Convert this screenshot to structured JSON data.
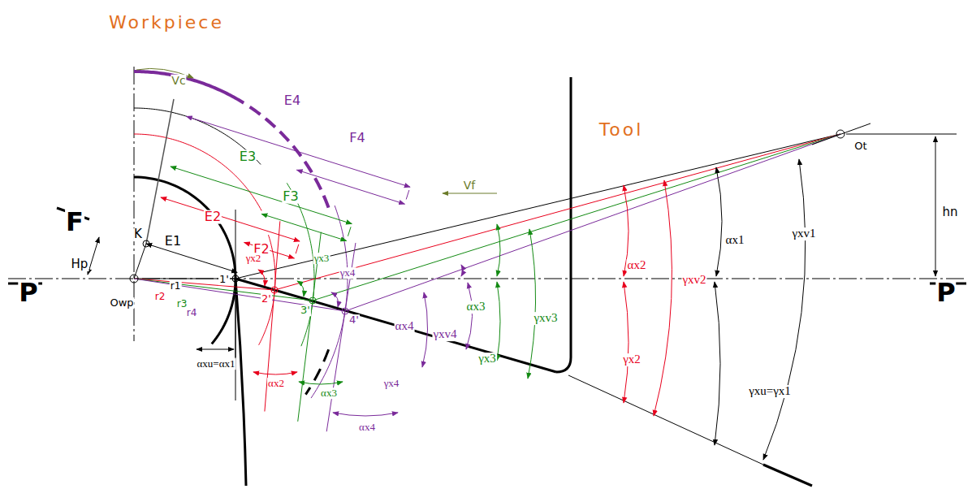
{
  "diagram": {
    "labels": [
      "Workpiece",
      "Vc",
      "E4",
      "F4",
      "E3",
      "F3",
      "E2",
      "F2",
      "E1",
      "Tool",
      "Vf",
      "Ot",
      "hn",
      "αx1",
      "αx2",
      "γxv2",
      "γxv1",
      "γx2",
      "γx3",
      "γx4",
      "F",
      "K",
      "Hp",
      "P",
      "P",
      "Owp",
      "r1",
      "r2",
      "r3",
      "r4",
      "1'",
      "2'",
      "3'",
      "4'",
      "αx3",
      "γxv3",
      "αx4",
      "γxv4",
      "γx4",
      "γx3",
      "γx2",
      "γxu=γx1",
      "αxu=αx1",
      "αx2",
      "αx3",
      "αx4"
    ]
  }
}
